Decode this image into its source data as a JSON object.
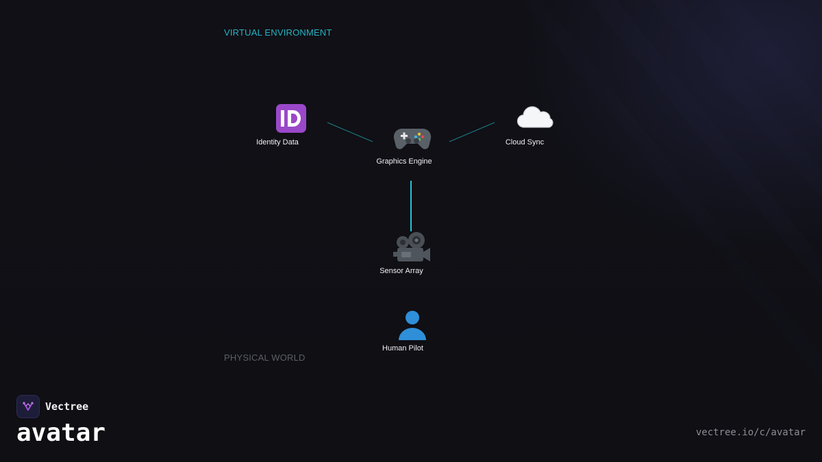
{
  "zones": {
    "virtual": "VIRTUAL ENVIRONMENT",
    "physical": "PHYSICAL WORLD"
  },
  "nodes": {
    "identity": {
      "label": "Identity Data",
      "icon": "id-badge-icon"
    },
    "graphics": {
      "label": "Graphics Engine",
      "icon": "game-controller-icon"
    },
    "cloud": {
      "label": "Cloud Sync",
      "icon": "cloud-icon"
    },
    "sensor": {
      "label": "Sensor Array",
      "icon": "video-camera-icon"
    },
    "pilot": {
      "label": "Human Pilot",
      "icon": "person-icon"
    }
  },
  "brand": {
    "name": "Vectree",
    "logo_icon": "vectree-logo-icon"
  },
  "page": {
    "title": "avatar",
    "url": "vectree.io/c/avatar"
  },
  "colors": {
    "background": "#0f0f14",
    "accent": "#25b3c2",
    "muted": "#5d5f66",
    "brand_purple": "#a34fd6"
  }
}
